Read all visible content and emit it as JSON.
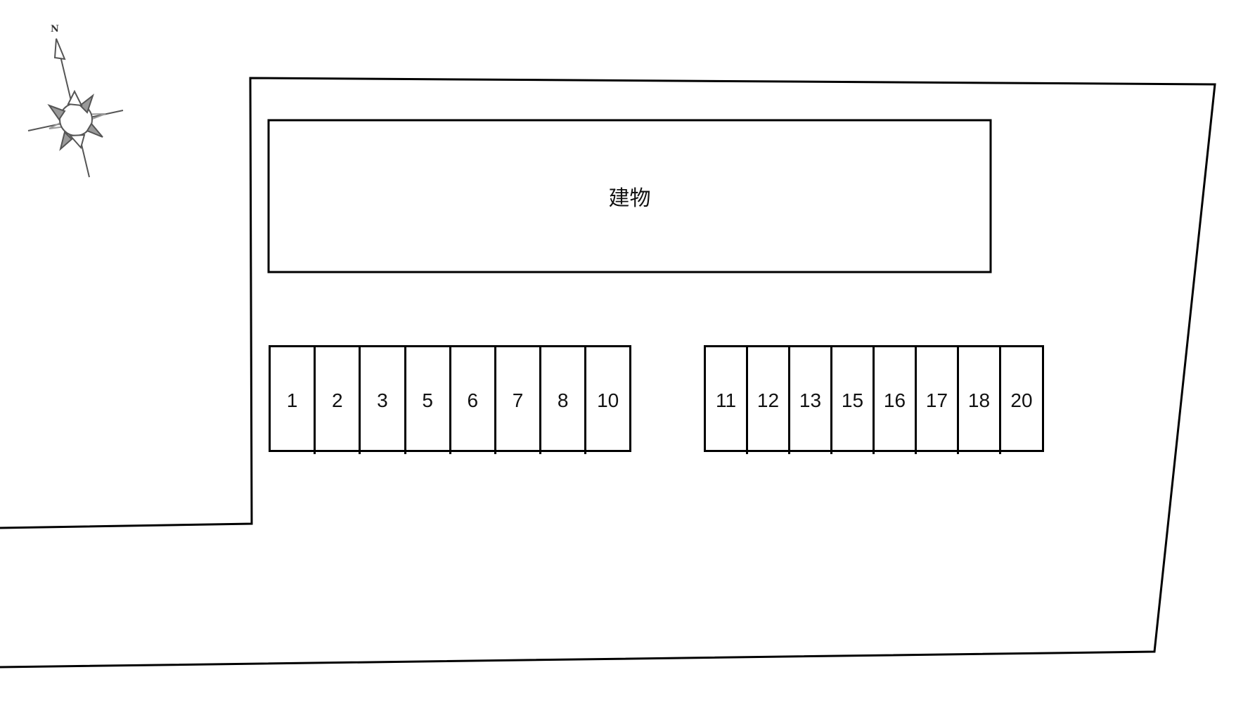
{
  "site_plan": {
    "building": {
      "label": "建物"
    },
    "compass": {
      "north_label": "N"
    },
    "parking_left": {
      "spots": [
        "1",
        "2",
        "3",
        "5",
        "6",
        "7",
        "8",
        "10"
      ]
    },
    "parking_right": {
      "spots": [
        "11",
        "12",
        "13",
        "15",
        "16",
        "17",
        "18",
        "20"
      ]
    },
    "colors": {
      "line": "#000000",
      "background": "#ffffff",
      "compass_fill": "#888888"
    }
  }
}
